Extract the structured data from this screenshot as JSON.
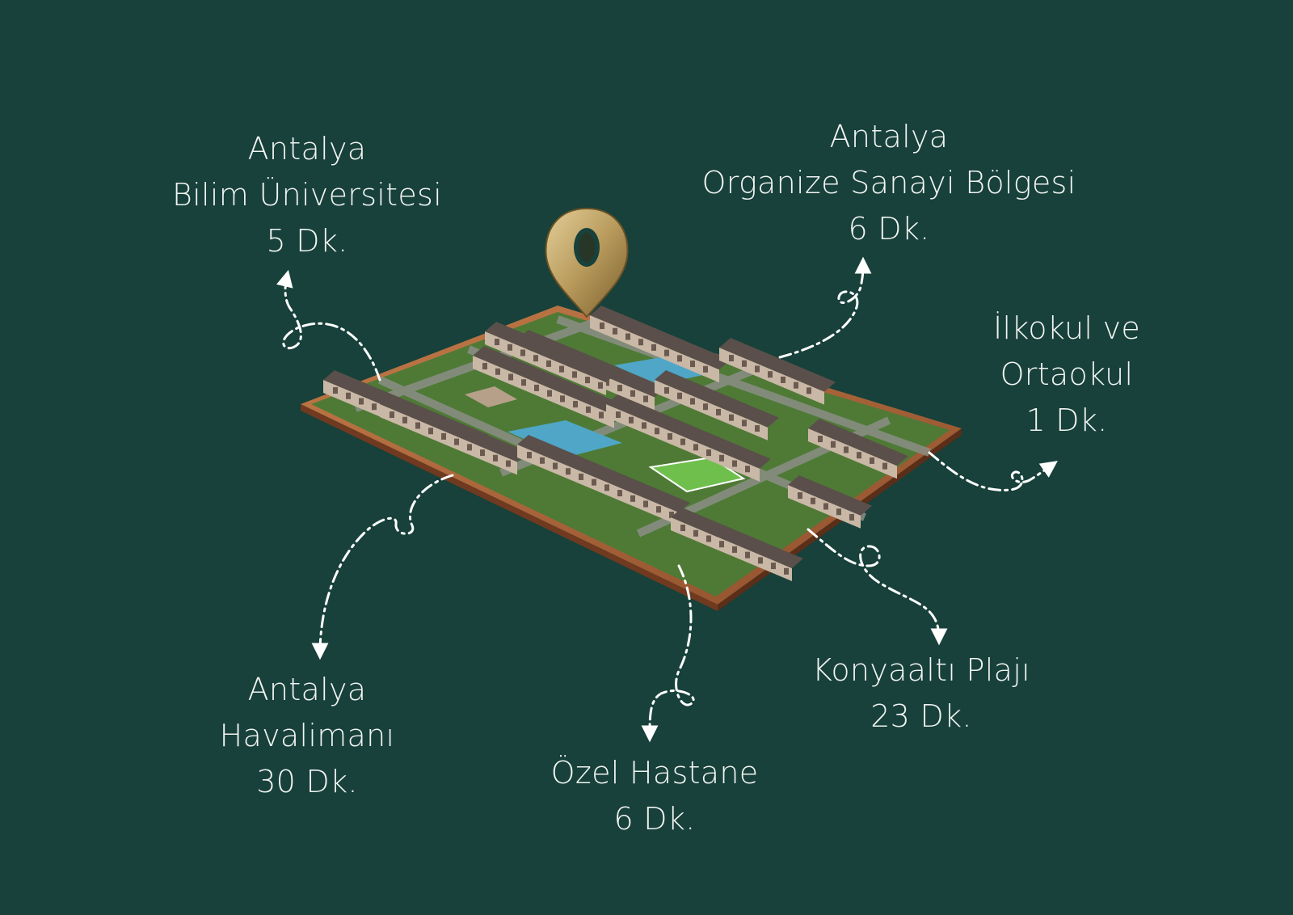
{
  "colors": {
    "background": "#17413a",
    "text": "#f2f4f2",
    "route": "#ffffff",
    "pin": "#b89a5c",
    "roof": "#5a4f4a",
    "wall": "#c9b8a6",
    "pool": "#4fa6c7",
    "grass": "#5f8a3a",
    "ground": "#b06a3e"
  },
  "pin_icon": "location-pin-icon",
  "locations": [
    {
      "id": "university",
      "name_line1": "Antalya",
      "name_line2": "Bilim Üniversitesi",
      "time": "5 Dk."
    },
    {
      "id": "industrial",
      "name_line1": "Antalya",
      "name_line2": "Organize Sanayi Bölgesi",
      "time": "6 Dk."
    },
    {
      "id": "school",
      "name_line1": "İlkokul ve",
      "name_line2": "Ortaokul",
      "time": "1 Dk."
    },
    {
      "id": "airport",
      "name_line1": "Antalya",
      "name_line2": "Havalimanı",
      "time": "30 Dk."
    },
    {
      "id": "hospital",
      "name_line1": "Özel Hastane",
      "time": "6 Dk."
    },
    {
      "id": "beach",
      "name_line1": "Konyaaltı Plajı",
      "time": "23 Dk."
    }
  ]
}
